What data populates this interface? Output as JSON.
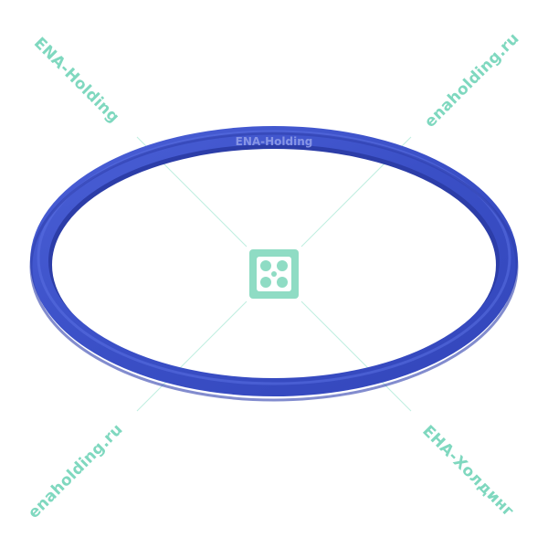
{
  "watermarks": {
    "top_left": "ENA-Holding",
    "top_right": "enaholding.ru",
    "bottom_left": "enaholding.ru",
    "bottom_right": "ЕНА-Холдинг",
    "ring_embossed": "ENA-Holding"
  },
  "colors": {
    "background": "#ffffff",
    "ring_blue": "#3a4fc6",
    "ring_inner_shadow": "#2a3aa0",
    "watermark_teal": "#7fd8bf",
    "logo_teal": "#8fdcc4"
  },
  "icons": {
    "center_logo": "fan-logo-icon"
  }
}
